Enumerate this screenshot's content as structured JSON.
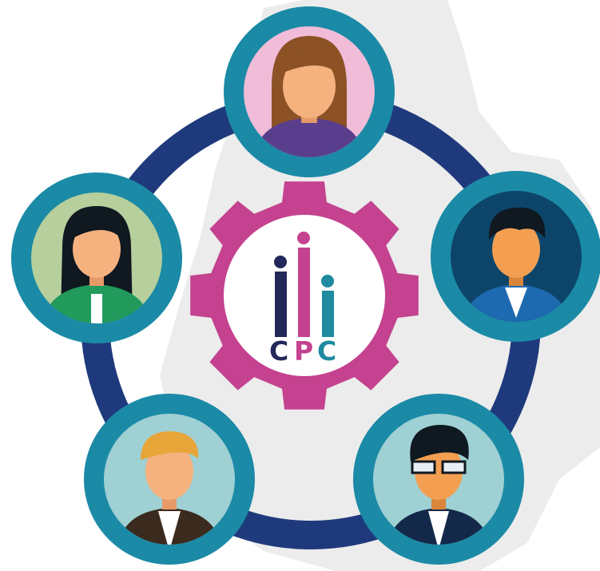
{
  "logo": {
    "letters": [
      "C",
      "P",
      "C"
    ],
    "colors": {
      "navy": "#23285a",
      "magenta": "#c4428f",
      "teal": "#1f8aa0"
    }
  },
  "colors": {
    "ring": "#1f3a7c",
    "gear": "#c4428f",
    "avatar_outer": "#1b8aa6",
    "backdrop": "#ececec"
  },
  "people": [
    {
      "name": "top-woman",
      "bg": "#f0bcd8",
      "hair": "#8c5226",
      "shirt": "#5a3e8e",
      "skin": "#f5b27f"
    },
    {
      "name": "left-woman",
      "bg": "#b6cf9c",
      "hair": "#101820",
      "shirt": "#219a5c",
      "skin": "#f5b27f"
    },
    {
      "name": "right-man",
      "bg": "#0c4569",
      "hair": "#101820",
      "shirt": "#1d6ab0",
      "skin": "#f39e50"
    },
    {
      "name": "bottom-left-man",
      "bg": "#9fd0d3",
      "hair": "#e8a53a",
      "shirt": "#3b2a1e",
      "skin": "#f5b27f"
    },
    {
      "name": "bottom-right-man",
      "bg": "#9fd0d3",
      "hair": "#101820",
      "shirt": "#14294a",
      "skin": "#f39e50",
      "glasses": true
    }
  ]
}
